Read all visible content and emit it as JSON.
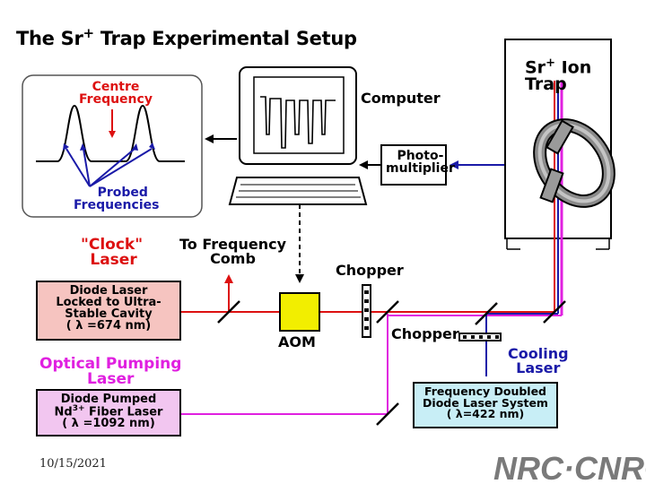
{
  "title": {
    "main": "The Sr",
    "sup": "+",
    "rest": "Trap Experimental Setup"
  },
  "ion_trap_label": {
    "line1": "Sr",
    "sup": "+",
    "line1_rest": "Ion",
    "line2": "Trap"
  },
  "computer_label": "Computer",
  "centre_frequency": {
    "line1": "Centre",
    "line2": "Frequency"
  },
  "probed_frequencies": {
    "line1": "Probed",
    "line2": "Frequencies"
  },
  "photomultiplier": {
    "line1": "Photo-",
    "line2": "multiplier"
  },
  "clock_laser": {
    "line1": "\"Clock\"",
    "line2": "Laser"
  },
  "to_frequency_comb": {
    "line1": "To Frequency",
    "line2": "Comb"
  },
  "diode_laser_box": {
    "line1": "Diode Laser",
    "line2": "Locked to Ultra-",
    "line3": "Stable Cavity",
    "line4": "( λ =674 nm)"
  },
  "chopper_top": "Chopper",
  "chopper_bottom": "Chopper",
  "aom": "AOM",
  "optical_pumping": {
    "line1": "Optical Pumping",
    "line2": "Laser"
  },
  "cooling_laser": {
    "line1": "Cooling",
    "line2": "Laser"
  },
  "fiber_laser_box": {
    "line1": "Diode Pumped",
    "line2a": "Nd",
    "line2sup": "3+",
    "line2b": "Fiber Laser",
    "line3": "( λ =1092 nm)"
  },
  "doubled_box": {
    "line1": "Frequency Doubled",
    "line2": "Diode Laser System",
    "line3": "( λ=422 nm)"
  },
  "date": "10/15/2021",
  "logo": "NRC·CNRC",
  "colors": {
    "clock_red": "#dd1111",
    "clock_box_fill": "#f6c4c0",
    "pump_magenta": "#e020e0",
    "pump_box_fill": "#f2c6f0",
    "cooling_blue": "#1a1aa8",
    "cooling_box_fill": "#c8eef6",
    "aom_yellow": "#f2ee00"
  }
}
